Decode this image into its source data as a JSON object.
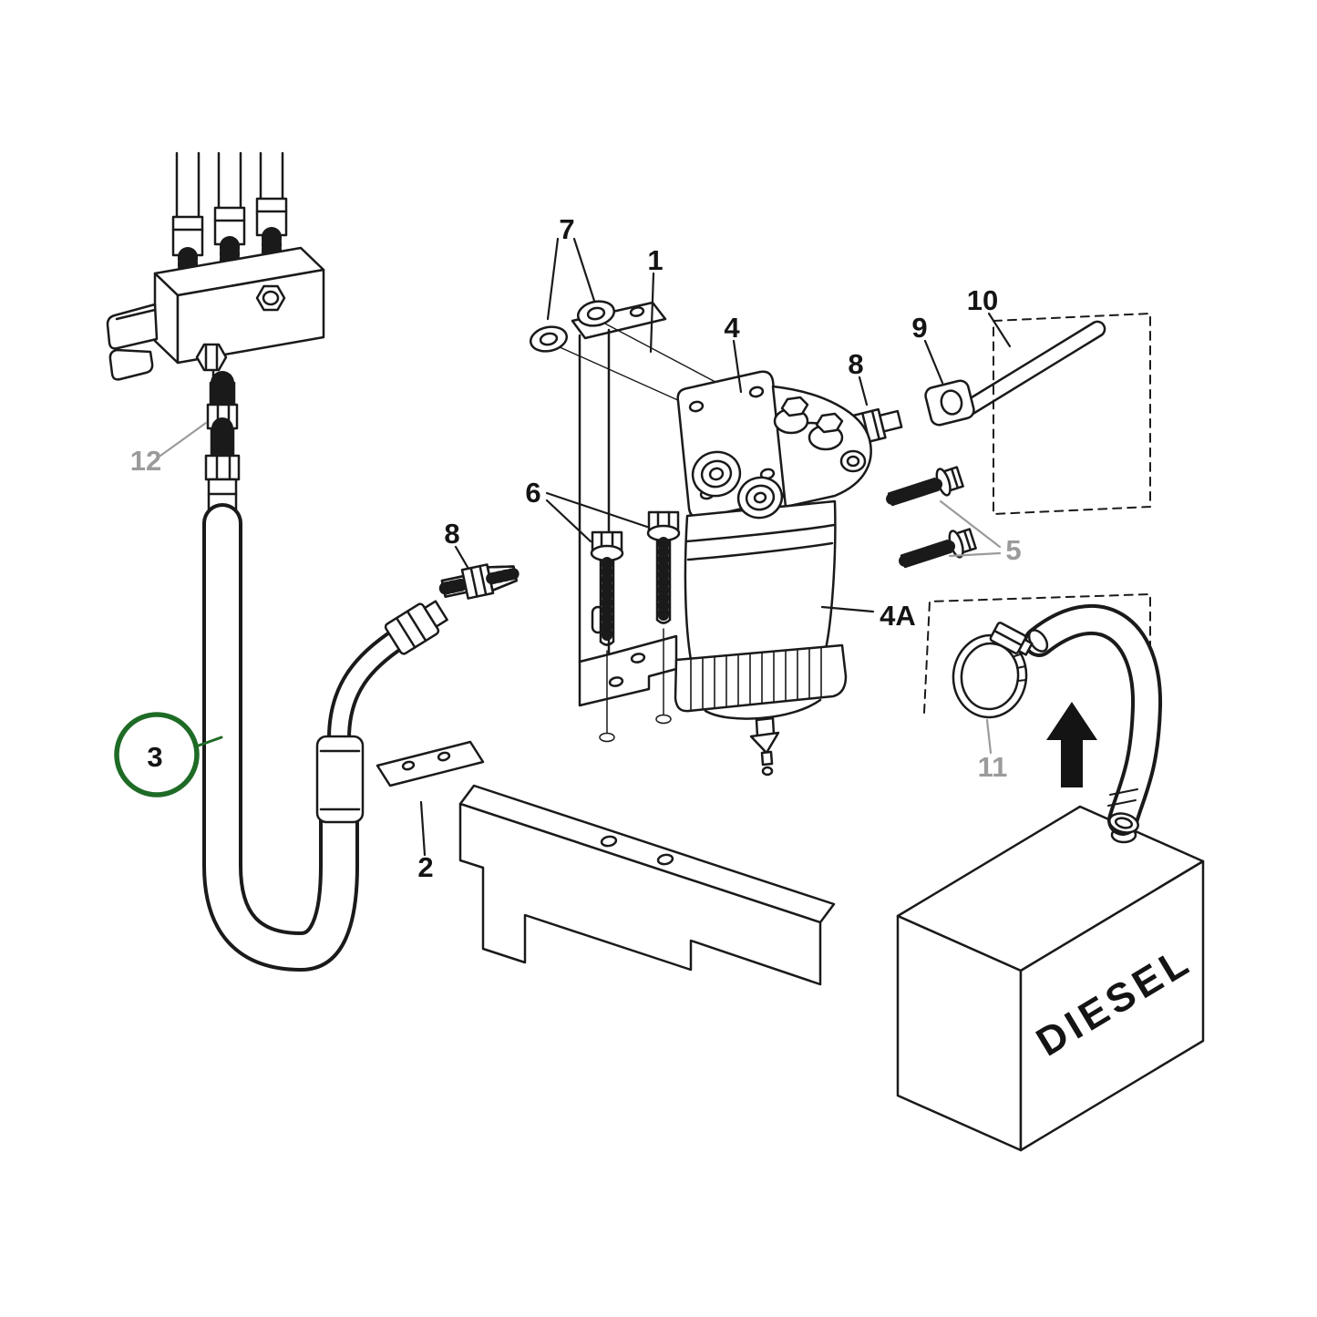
{
  "diagram": {
    "diesel_label": "DIESEL",
    "labels": {
      "l1": "1",
      "l2": "2",
      "l3": "3",
      "l4": "4",
      "l4a": "4A",
      "l5": "5",
      "l6": "6",
      "l7": "7",
      "l8_left": "8",
      "l8_right": "8",
      "l9": "9",
      "l10": "10",
      "l11": "11",
      "l12": "12"
    },
    "colors": {
      "line": "#1a1a1a",
      "gray_label": "#9b9b9b",
      "highlight_green": "#1e6b26"
    }
  }
}
